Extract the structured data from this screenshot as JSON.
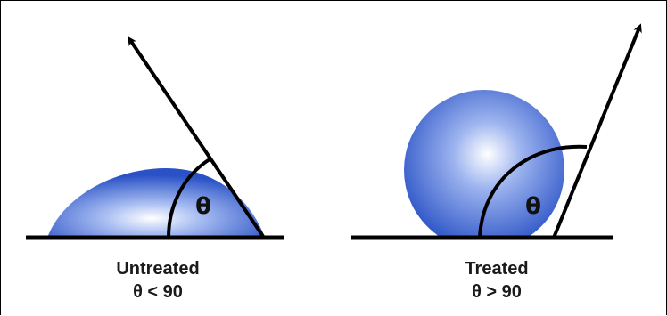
{
  "panels": {
    "untreated": {
      "angle_symbol": "θ",
      "label": "Untreated",
      "condition": "θ < 90"
    },
    "treated": {
      "angle_symbol": "θ",
      "label": "Treated",
      "condition": "θ > 90"
    }
  },
  "colors": {
    "droplet_light": "#ffffff",
    "droplet_mid": "#6d8fe6",
    "droplet_dark": "#2a52c6",
    "line": "#000000"
  }
}
